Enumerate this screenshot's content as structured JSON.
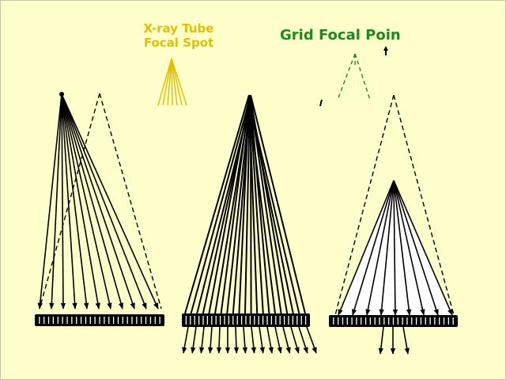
{
  "labels": {
    "tube_line1": "X-ray Tube",
    "tube_line2": "Focal Spot",
    "grid_focal": "Grid Focal Poin"
  },
  "colors": {
    "background": "#ffffcc",
    "border": "#c8c8a0",
    "tube_label": "#e0c000",
    "grid_label": "#1a8c1a",
    "ink": "#000000"
  },
  "icons": {
    "tube_legend": "solid-ray-fan",
    "grid_legend": "dashed-convergence-lines"
  },
  "diagrams": [
    {
      "name": "off-center-focal-spot",
      "scenario": "focal spot displaced laterally from grid focal point"
    },
    {
      "name": "focused-at-grid-focal-point",
      "scenario": "focal spot at grid focal point"
    },
    {
      "name": "focal-spot-too-close",
      "scenario": "focal spot closer to grid than grid focal point"
    }
  ]
}
